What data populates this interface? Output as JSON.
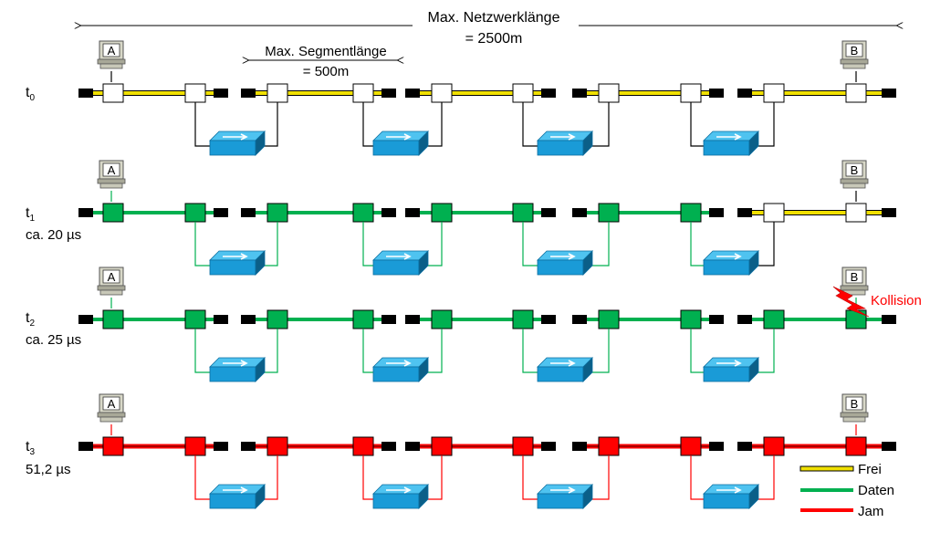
{
  "title": {
    "line1": "Max. Netzwerklänge",
    "line2": "= 2500m"
  },
  "segment": {
    "line1": "Max. Segmentlänge",
    "line2": "= 500m"
  },
  "rows": [
    {
      "label": "t",
      "sub": "0",
      "time": "",
      "state": "idle",
      "colored_until": 0,
      "collision": false
    },
    {
      "label": "t",
      "sub": "1",
      "time": "ca. 20 µs",
      "state": "data",
      "colored_until": 5,
      "collision": false
    },
    {
      "label": "t",
      "sub": "2",
      "time": "ca. 25 µs",
      "state": "data",
      "colored_until": 6,
      "collision": true
    },
    {
      "label": "t",
      "sub": "3",
      "time": "51,2 µs",
      "state": "jam",
      "colored_until": 6,
      "collision": false
    }
  ],
  "stations": {
    "a": "A",
    "b": "B"
  },
  "collision_text": "Kollision",
  "legend": [
    {
      "key": "frei",
      "label": "Frei",
      "color": "#f0e000"
    },
    {
      "key": "daten",
      "label": "Daten",
      "color": "#00b050"
    },
    {
      "key": "jam",
      "label": "Jam",
      "color": "#ff0000"
    }
  ],
  "colors": {
    "idle_outline": "#000000",
    "idle_fill": "#ffffff",
    "data": "#00b050",
    "jam": "#ff0000",
    "collision": "#ff0000",
    "repeater": "#1a9bd7"
  },
  "icons": [
    "computer-icon",
    "repeater-icon",
    "terminator-icon",
    "lightning-icon"
  ]
}
